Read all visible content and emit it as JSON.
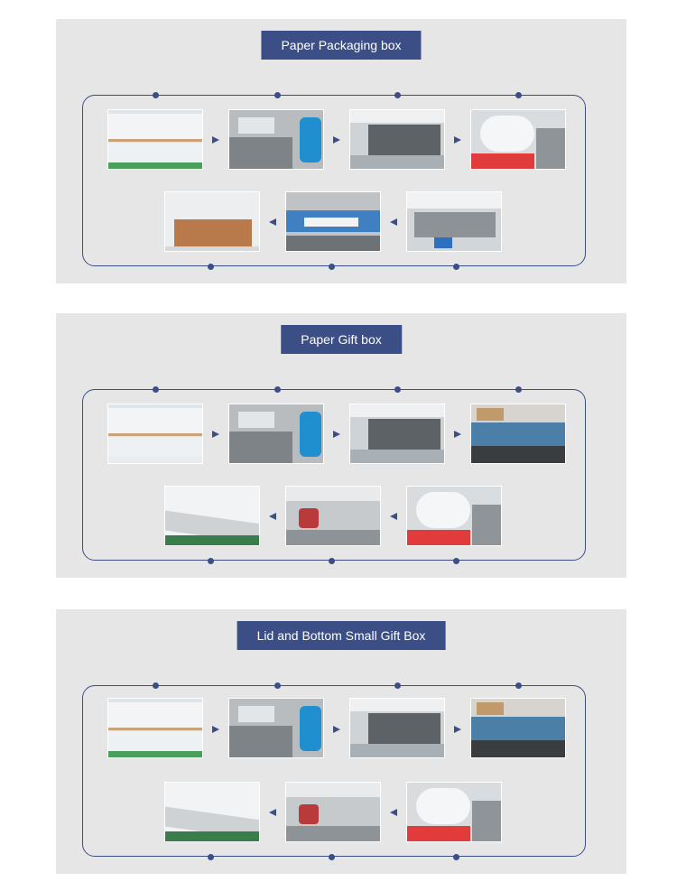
{
  "panels": [
    {
      "title": "Paper Packaging box",
      "row1": [
        "paper-stock",
        "cutting-machine",
        "printing-press",
        "laminating-machine"
      ],
      "row2": [
        "warehouse-cartons",
        "folder-gluer",
        "factory-floor"
      ]
    },
    {
      "title": "Paper Gift box",
      "row1": [
        "paper-stock",
        "cutting-machine",
        "printing-press",
        "mounting-machine"
      ],
      "row2": [
        "conveyor-line",
        "box-forming-worker",
        "laminating-machine"
      ]
    },
    {
      "title": "Lid and Bottom Small Gift Box",
      "row1": [
        "paper-stock",
        "cutting-machine",
        "printing-press",
        "mounting-machine"
      ],
      "row2": [
        "conveyor-line",
        "box-forming-worker",
        "laminating-machine"
      ]
    }
  ],
  "colors": {
    "accent": "#3b4f86",
    "panel_bg": "#e6e6e6"
  }
}
